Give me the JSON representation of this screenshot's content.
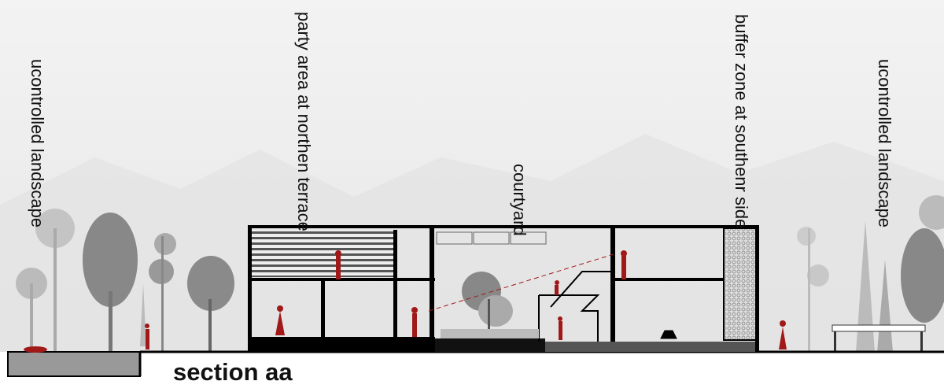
{
  "labels": {
    "left_landscape": "ucontrolled landscape",
    "party_area": "party area at northen terrace",
    "courtyard": "courtyard",
    "buffer_zone": "buffer zone at southenr side",
    "right_landscape": "ucontrolled landscape"
  },
  "title": "section aa",
  "colors": {
    "figure": "#a01818",
    "sky": "#ececec",
    "structure": "#000000",
    "tree": "#8a8a8a"
  }
}
